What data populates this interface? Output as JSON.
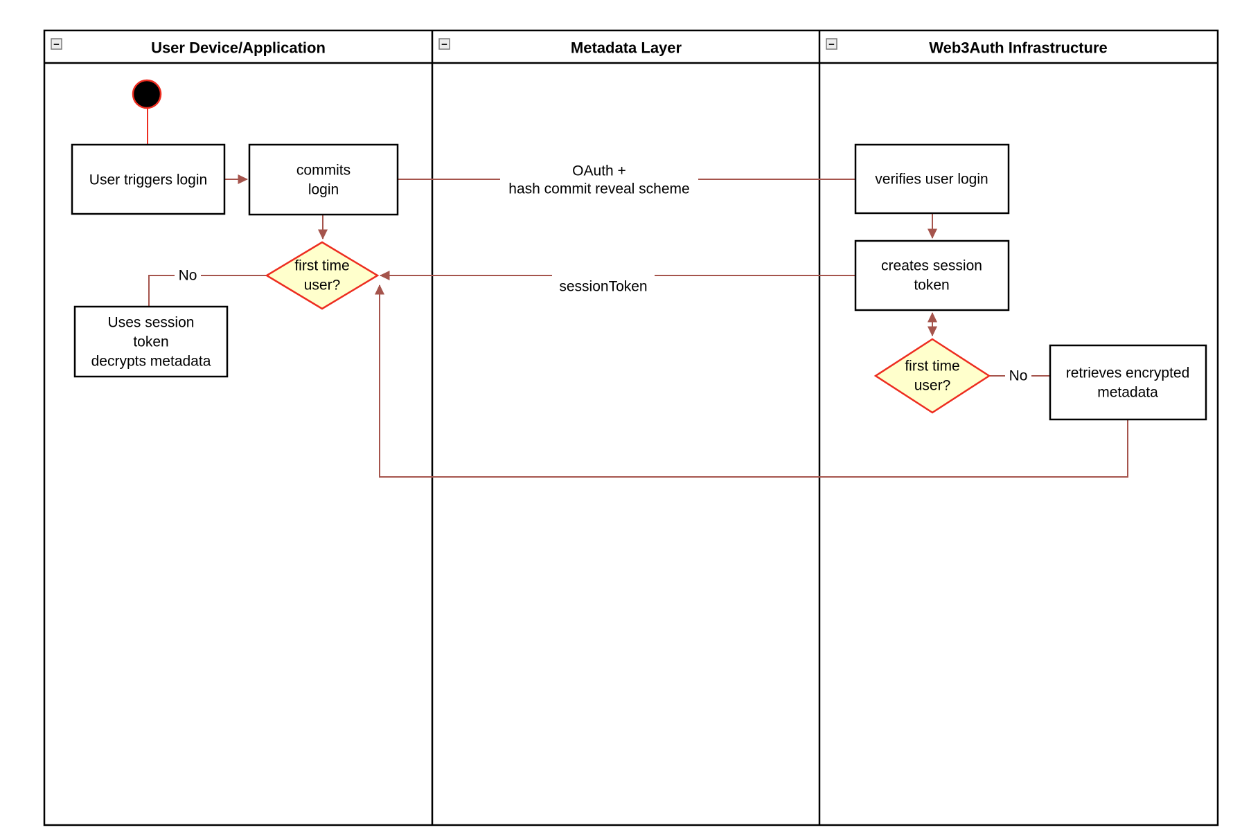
{
  "diagram_type": "swimlane-activity-diagram",
  "lanes": [
    {
      "title": "User Device/Application"
    },
    {
      "title": "Metadata Layer"
    },
    {
      "title": "Web3Auth Infrastructure"
    }
  ],
  "ui": {
    "collapse_glyph": "−",
    "collapse_icon_name": "collapse-lane-icon"
  },
  "nodes": {
    "start": {
      "type": "initial-node"
    },
    "user_triggers_login": {
      "lines": [
        "User triggers login"
      ]
    },
    "commits_login": {
      "lines": [
        "commits",
        "login"
      ]
    },
    "first_time_user_1": {
      "lines": [
        "first time",
        "user?"
      ]
    },
    "uses_session_token": {
      "lines": [
        "Uses session",
        "token",
        "decrypts metadata"
      ]
    },
    "verifies_user_login": {
      "lines": [
        "verifies user login"
      ]
    },
    "creates_session_token": {
      "lines": [
        "creates session",
        "token"
      ]
    },
    "first_time_user_2": {
      "lines": [
        "first time",
        "user?"
      ]
    },
    "retrieves_encrypted_metadata": {
      "lines": [
        "retrieves encrypted",
        "metadata"
      ]
    }
  },
  "edge_labels": {
    "oauth": {
      "lines": [
        "OAuth +",
        "hash commit reveal scheme"
      ]
    },
    "session_token": "sessionToken",
    "no_first": "No",
    "no_second": "No"
  },
  "colors": {
    "flow_arrow": "#a5544c",
    "start_accent": "#ed2d20",
    "decision_fill": "#ffffcc",
    "decision_border": "#ed2d20",
    "node_fill": "#ffffff",
    "node_border": "#000000",
    "pool_border": "#000000"
  }
}
